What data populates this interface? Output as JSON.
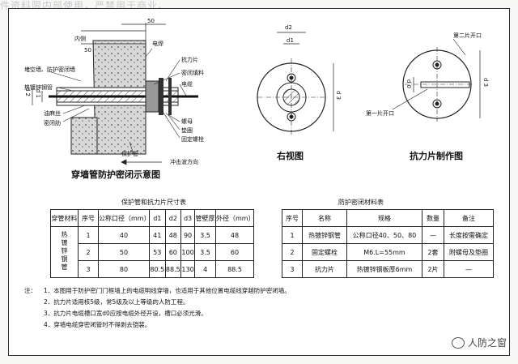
{
  "banner": "件资料限内部使用，严禁用于商业。",
  "left_diagram": {
    "caption": "穿墙管防护密闭示意图",
    "dims": {
      "d2": "d2",
      "d1": "d1",
      "top50": "50",
      "left50": "50"
    },
    "labels": {
      "inner": "内侧",
      "weld": "电焊",
      "anti_force": "抗力片",
      "seal_filler": "密闭填料",
      "cable": "电缆",
      "blocker": "堵空墙、防护密闭墙",
      "pipe": "热镀锌钢管",
      "jute": "油麻丝",
      "seal_ring": "密闭肋",
      "nut": "螺母",
      "washer": "垫圈",
      "bolt": "固定螺栓",
      "protect_pipe": "保护管",
      "blast": "冲击波方向"
    }
  },
  "right_view": {
    "caption": "右视图",
    "dims": {
      "d2": "d2",
      "d1": "d1",
      "d3": "d3"
    }
  },
  "anti_plate": {
    "caption": "抗力片制作图",
    "dims": {
      "d3": "d3",
      "d0": "d0"
    },
    "labels": {
      "second_open": "第二片开口",
      "first_open": "第一片开口"
    }
  },
  "table1": {
    "title": "保护管和抗力片尺寸表",
    "headers": [
      "穿管材料",
      "序号",
      "公称口径（mm）",
      "d1",
      "d2",
      "d3",
      "管壁厚",
      "外径（mm）"
    ],
    "material": "热镀锌钢管",
    "rows": [
      [
        "1",
        "40",
        "41",
        "48",
        "90",
        "3.5",
        "48"
      ],
      [
        "2",
        "50",
        "53",
        "60",
        "100",
        "3.5",
        "60"
      ],
      [
        "3",
        "80",
        "80.5",
        "88.5",
        "130",
        "4",
        "88.5"
      ]
    ]
  },
  "table2": {
    "title": "防护密闭材料表",
    "headers": [
      "序号",
      "名称",
      "规格",
      "数量",
      "备注"
    ],
    "rows": [
      [
        "1",
        "热镀锌钢管",
        "公称口径40、50、80",
        "—",
        "长度按需确定"
      ],
      [
        "2",
        "固定螺栓",
        "M6.L=55mm",
        "2套",
        "附螺母及垫圈"
      ],
      [
        "3",
        "抗力片",
        "热镀锌钢板厚6mm",
        "2片",
        "—"
      ]
    ]
  },
  "notes": {
    "prefix": "注：",
    "items": [
      "1．本图用于防护密门门框墙上的电缆明线穿墙，也适用于其他位置电缆线穿越防护密闭墙。",
      "2．抗力片适用核5级，常5级及以上等级的人防工程。",
      "3．抗力片电缆槽口宽d0应按电缆外径开设，槽口必须光滑。",
      "4．穿墙电缆穿密闭管时不得剥去铠装。"
    ]
  },
  "watermark": "人防之窗"
}
